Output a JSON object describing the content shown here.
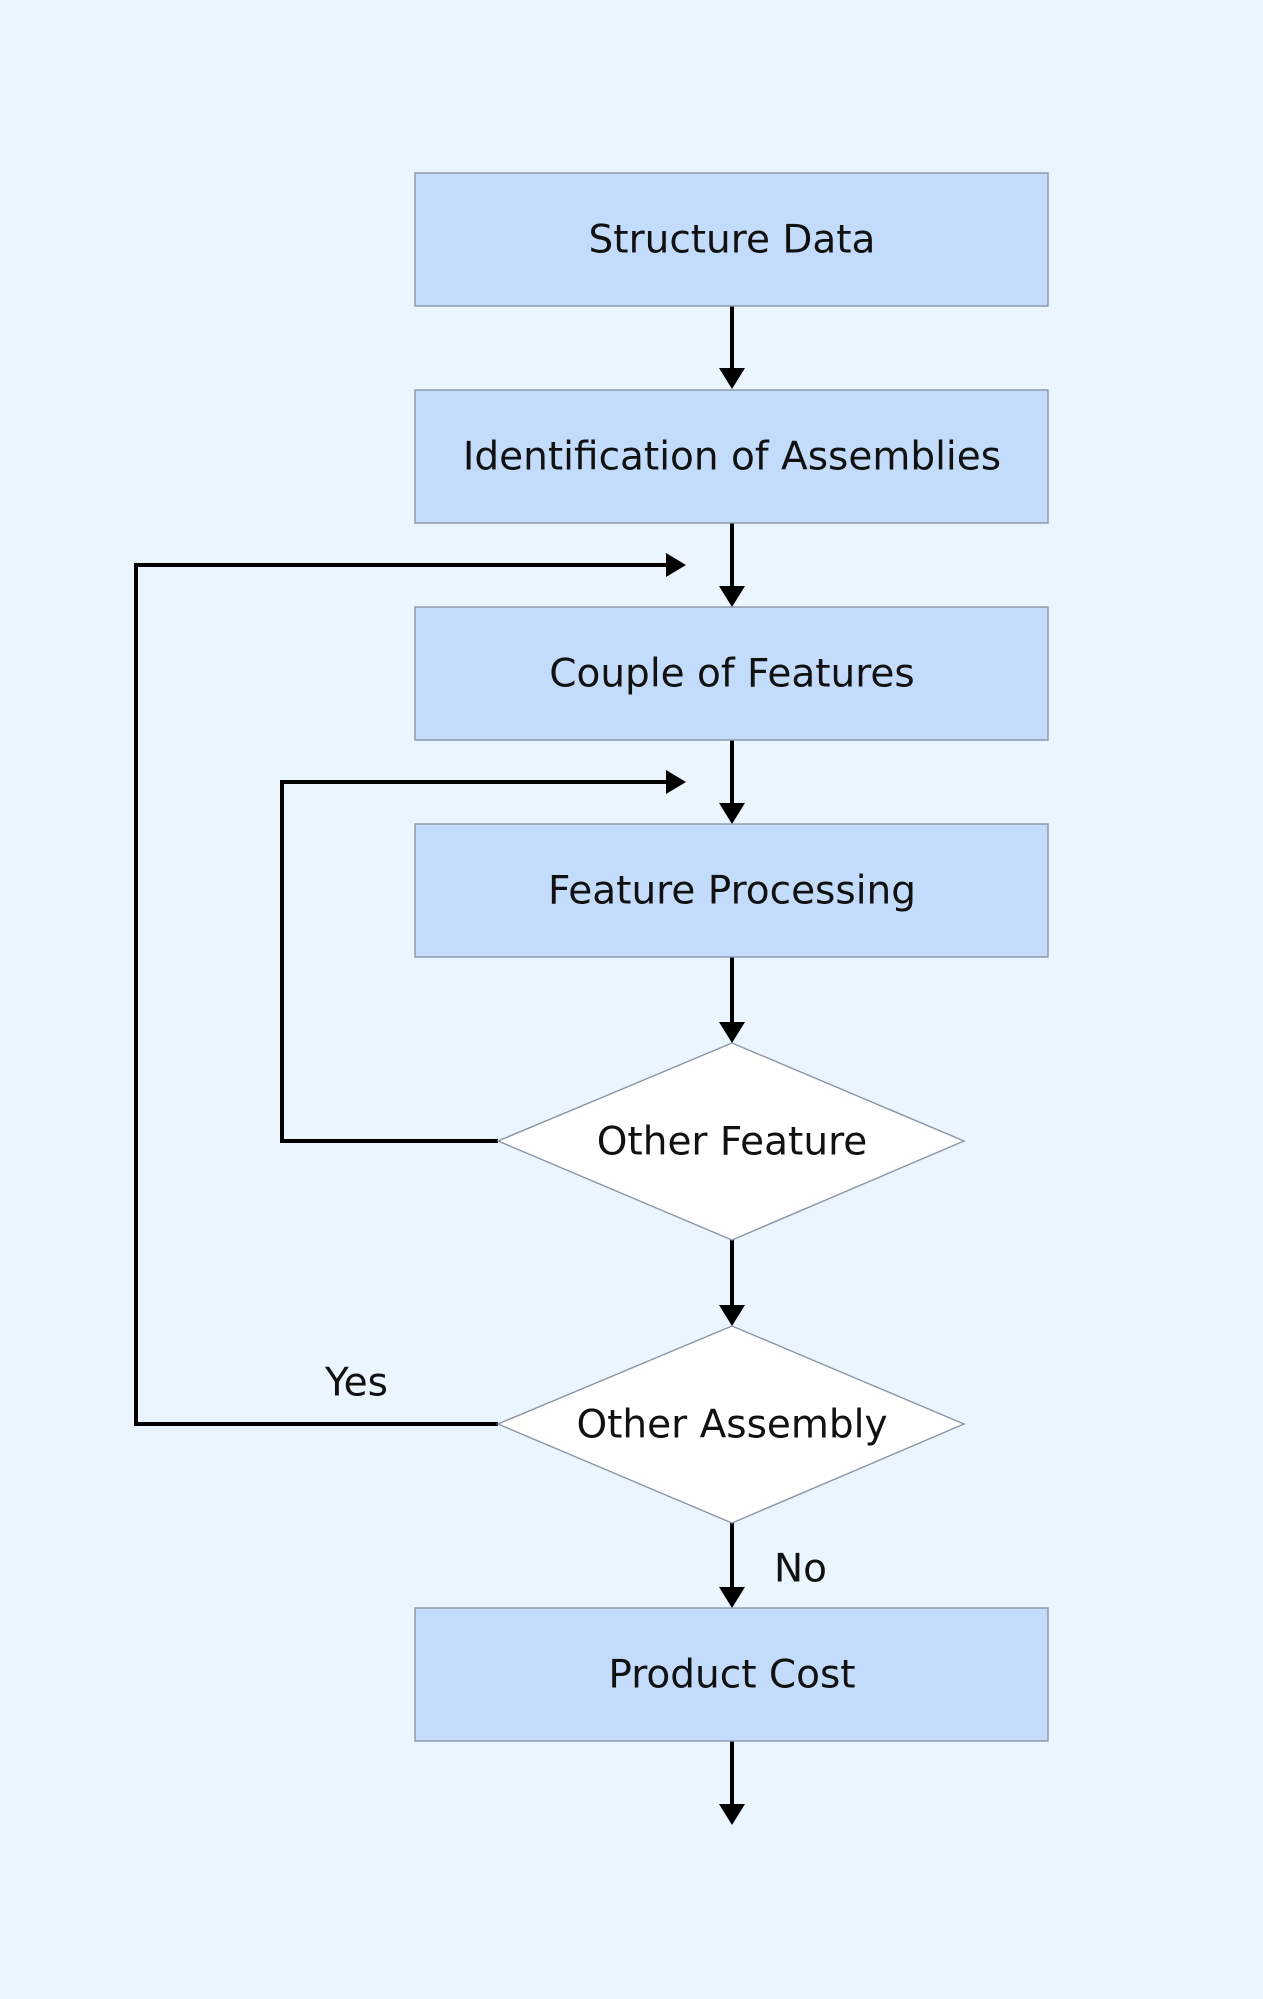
{
  "diagram": {
    "type": "flowchart",
    "nodes": [
      {
        "id": "structure-data",
        "shape": "process",
        "label": "Structure Data"
      },
      {
        "id": "identification-of-assemblies",
        "shape": "process",
        "label": "Identification of Assemblies"
      },
      {
        "id": "couple-of-features",
        "shape": "process",
        "label": "Couple of Features"
      },
      {
        "id": "feature-processing",
        "shape": "process",
        "label": "Feature Processing"
      },
      {
        "id": "other-feature",
        "shape": "decision",
        "label": "Other Feature"
      },
      {
        "id": "other-assembly",
        "shape": "decision",
        "label": "Other Assembly"
      },
      {
        "id": "product-cost",
        "shape": "process",
        "label": "Product Cost"
      }
    ],
    "edges": [
      {
        "from": "structure-data",
        "to": "identification-of-assemblies",
        "label": ""
      },
      {
        "from": "identification-of-assemblies",
        "to": "couple-of-features",
        "label": ""
      },
      {
        "from": "couple-of-features",
        "to": "feature-processing",
        "label": ""
      },
      {
        "from": "feature-processing",
        "to": "other-feature",
        "label": ""
      },
      {
        "from": "other-feature",
        "to": "other-assembly",
        "label": ""
      },
      {
        "from": "other-feature",
        "to": "feature-processing",
        "label": ""
      },
      {
        "from": "other-assembly",
        "to": "couple-of-features",
        "label": "Yes"
      },
      {
        "from": "other-assembly",
        "to": "product-cost",
        "label": "No"
      },
      {
        "from": "product-cost",
        "to": "",
        "label": ""
      }
    ],
    "colors": {
      "background": "#EAF5FF",
      "process_fill": "#C3DCFB",
      "decision_fill": "#FFFFFF",
      "node_border": "#8A95A5",
      "connector": "#000000",
      "text": "#111111"
    }
  }
}
